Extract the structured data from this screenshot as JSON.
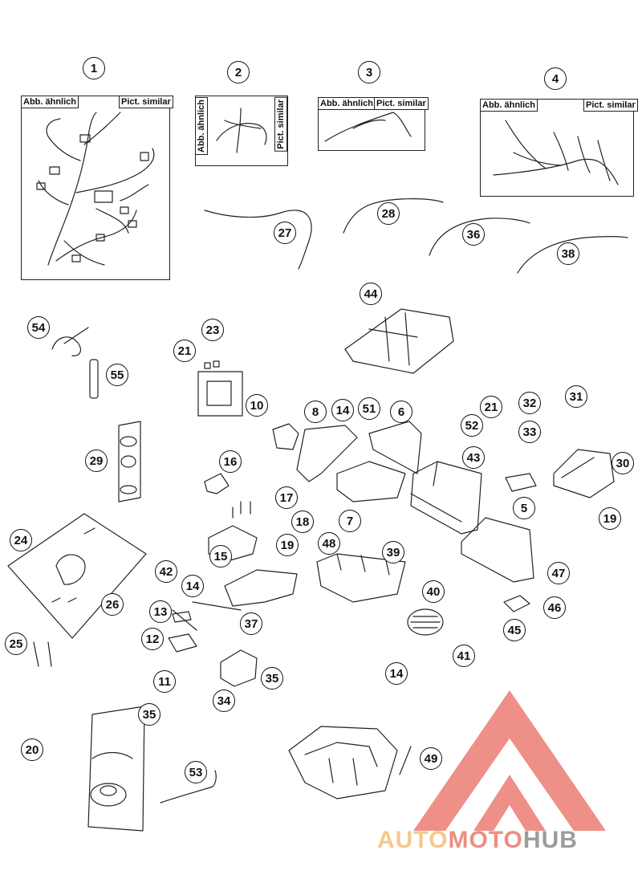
{
  "diagram": {
    "frame_labels": {
      "abb": "Abb. ähnlich",
      "pict": "Pict. similar"
    },
    "callouts": [
      "1",
      "2",
      "3",
      "4",
      "27",
      "28",
      "36",
      "38",
      "44",
      "54",
      "55",
      "23",
      "21",
      "10",
      "8",
      "14",
      "51",
      "6",
      "21",
      "52",
      "32",
      "31",
      "33",
      "30",
      "29",
      "16",
      "7",
      "43",
      "17",
      "18",
      "19",
      "5",
      "19",
      "24",
      "15",
      "48",
      "39",
      "42",
      "14",
      "26",
      "13",
      "37",
      "40",
      "47",
      "46",
      "45",
      "25",
      "12",
      "41",
      "14",
      "11",
      "34",
      "35",
      "35",
      "20",
      "53",
      "49"
    ]
  },
  "watermark": {
    "part1": "AUTO",
    "part2": "MOTO",
    "part3": "HUB",
    "color1": "#f5c98a",
    "color2": "#ec8e84",
    "color3": "#9c9c9c",
    "logo_color": "#ec7d74"
  }
}
